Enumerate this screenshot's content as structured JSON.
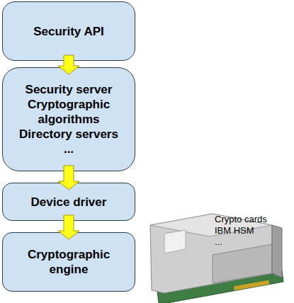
{
  "diagram": {
    "nodes": [
      {
        "text": [
          "Security API"
        ]
      },
      {
        "text": [
          "Security server",
          "Cryptographic algorithms",
          "Directory servers",
          "..."
        ]
      },
      {
        "text": [
          "Device driver"
        ]
      },
      {
        "text": [
          "Cryptographic engine"
        ]
      }
    ],
    "edges": [
      {
        "from": 0,
        "to": 1,
        "arrow": "to"
      },
      {
        "from": 1,
        "to": 2,
        "arrow": "to"
      },
      {
        "from": 2,
        "to": 3,
        "arrow": "to"
      }
    ],
    "labels": [
      "Crypto cards",
      "IBM HSM",
      "..."
    ]
  }
}
